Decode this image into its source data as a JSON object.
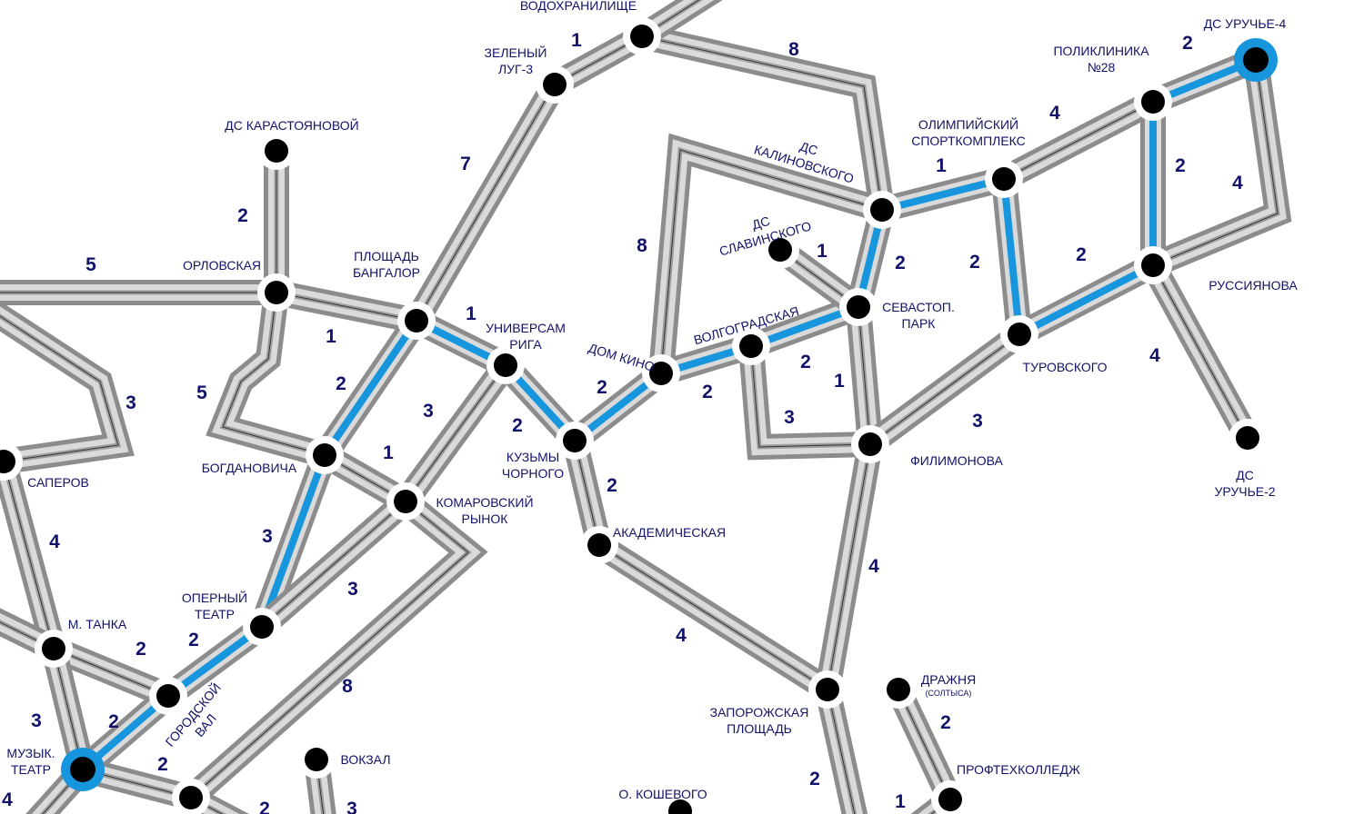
{
  "colors": {
    "road_outer": "#8c8c8c",
    "road_inner": "#dadada",
    "road_center": "#9e9e9e",
    "highlight": "#1796dd",
    "station": "#000000",
    "label": "#12126a"
  },
  "stations": [
    {
      "id": "vod",
      "lines": [
        "ВОДОХРАНИЛИЩЕ"
      ]
    },
    {
      "id": "zel",
      "lines": [
        "ЗЕЛЕНЫЙ",
        "ЛУГ-3"
      ]
    },
    {
      "id": "kar",
      "lines": [
        "ДС КАРАСТОЯНОВОЙ"
      ]
    },
    {
      "id": "orl",
      "lines": [
        "ОРЛОВСКАЯ"
      ]
    },
    {
      "id": "ban",
      "lines": [
        "ПЛОЩАДЬ",
        "БАНГАЛОР"
      ]
    },
    {
      "id": "rig",
      "lines": [
        "УНИВЕРСАМ",
        "РИГА"
      ]
    },
    {
      "id": "kuz",
      "lines": [
        "КУЗЬМЫ",
        "ЧОРНОГО"
      ]
    },
    {
      "id": "dom",
      "lines": [
        "ДОМ КИНО"
      ]
    },
    {
      "id": "vol",
      "lines": [
        "ВОЛГОГРАДСКАЯ"
      ]
    },
    {
      "id": "sla",
      "lines": [
        "ДС",
        "СЛАВИНСКОГО"
      ]
    },
    {
      "id": "sev",
      "lines": [
        "СЕВАСТОП.",
        "ПАРК"
      ]
    },
    {
      "id": "kal",
      "lines": [
        "ДС",
        "КАЛИНОВСКОГО"
      ]
    },
    {
      "id": "oli",
      "lines": [
        "ОЛИМПИЙСКИЙ",
        "СПОРТКОМПЛЕКС"
      ]
    },
    {
      "id": "pol",
      "lines": [
        "ПОЛИКЛИНИКА",
        "№28"
      ]
    },
    {
      "id": "ur4",
      "lines": [
        "ДС УРУЧЬЕ-4"
      ],
      "terminal": true
    },
    {
      "id": "rus",
      "lines": [
        "РУССИЯНОВА"
      ]
    },
    {
      "id": "tur",
      "lines": [
        "ТУРОВСКОГО"
      ]
    },
    {
      "id": "fil",
      "lines": [
        "ФИЛИМОНОВА"
      ]
    },
    {
      "id": "ur2",
      "lines": [
        "ДС",
        "УРУЧЬЕ-2"
      ]
    },
    {
      "id": "aka",
      "lines": [
        "АКАДЕМИЧЕСКАЯ"
      ]
    },
    {
      "id": "zap",
      "lines": [
        "ЗАПОРОЖСКАЯ",
        "ПЛОЩАДЬ"
      ]
    },
    {
      "id": "dra",
      "lines": [
        "ДРАЖНЯ"
      ],
      "sub": "(СОЛТЫСА)"
    },
    {
      "id": "pro",
      "lines": [
        "ПРОФТЕХКОЛЛЕДЖ"
      ]
    },
    {
      "id": "kos",
      "lines": [
        "О. КОШЕВОГО"
      ]
    },
    {
      "id": "bog",
      "lines": [
        "БОГДАНОВИЧА"
      ]
    },
    {
      "id": "kom",
      "lines": [
        "КОМАРОВСКИЙ",
        "РЫНОК"
      ]
    },
    {
      "id": "sap",
      "lines": [
        "САПЕРОВ"
      ]
    },
    {
      "id": "ope",
      "lines": [
        "ОПЕРНЫЙ",
        "ТЕАТР"
      ]
    },
    {
      "id": "tan",
      "lines": [
        "М. ТАНКА"
      ]
    },
    {
      "id": "gor",
      "lines": [
        "ГОРОДСКОЙ",
        "ВАЛ"
      ]
    },
    {
      "id": "muz",
      "lines": [
        "МУЗЫК.",
        "ТЕАТР"
      ],
      "terminal": true
    },
    {
      "id": "x1",
      "lines": []
    },
    {
      "id": "vok",
      "lines": [
        "ВОКЗАЛ"
      ]
    }
  ],
  "edges": [
    {
      "from": "vod",
      "to": "zel",
      "weight": "1",
      "highlighted": false
    },
    {
      "from": "vod",
      "to": "kal",
      "weight": "8",
      "highlighted": false
    },
    {
      "from": "zel",
      "to": "ban",
      "weight": "7",
      "highlighted": false
    },
    {
      "from": "kar",
      "to": "orl",
      "weight": "2",
      "highlighted": false
    },
    {
      "from": "orl",
      "to": "offscreen",
      "weight": "5",
      "highlighted": false
    },
    {
      "from": "orl",
      "to": "ban",
      "weight": "1",
      "highlighted": false
    },
    {
      "from": "orl",
      "to": "bog",
      "weight": "5",
      "highlighted": false
    },
    {
      "from": "ban",
      "to": "rig",
      "weight": "1",
      "highlighted": true
    },
    {
      "from": "ban",
      "to": "bog",
      "weight": "2",
      "highlighted": true
    },
    {
      "from": "rig",
      "to": "kom",
      "weight": "3",
      "highlighted": false
    },
    {
      "from": "bog",
      "to": "kom",
      "weight": "1",
      "highlighted": false
    },
    {
      "from": "rig",
      "to": "kuz",
      "weight": "2",
      "highlighted": true
    },
    {
      "from": "kuz",
      "to": "dom",
      "weight": "2",
      "highlighted": true
    },
    {
      "from": "kuz",
      "to": "aka",
      "weight": "2",
      "highlighted": false
    },
    {
      "from": "dom",
      "to": "vol",
      "weight": "2",
      "highlighted": true
    },
    {
      "from": "dom",
      "to": "kal",
      "weight": "8",
      "highlighted": false
    },
    {
      "from": "vol",
      "to": "sev",
      "weight": "2",
      "highlighted": true
    },
    {
      "from": "vol",
      "to": "fil",
      "weight": "3",
      "highlighted": false
    },
    {
      "from": "sla",
      "to": "sev",
      "weight": "1",
      "highlighted": false
    },
    {
      "from": "sev",
      "to": "kal",
      "weight": "2",
      "highlighted": true
    },
    {
      "from": "sev",
      "to": "fil",
      "weight": "1",
      "highlighted": false
    },
    {
      "from": "kal",
      "to": "oli",
      "weight": "1",
      "highlighted": true
    },
    {
      "from": "oli",
      "to": "pol",
      "weight": "4",
      "highlighted": false
    },
    {
      "from": "oli",
      "to": "tur",
      "weight": "2",
      "highlighted": true
    },
    {
      "from": "pol",
      "to": "ur4",
      "weight": "2",
      "highlighted": true
    },
    {
      "from": "pol",
      "to": "rus",
      "weight": "2",
      "highlighted": true
    },
    {
      "from": "ur4",
      "to": "rus",
      "weight": "4",
      "highlighted": false
    },
    {
      "from": "tur",
      "to": "rus",
      "weight": "2",
      "highlighted": true
    },
    {
      "from": "tur",
      "to": "fil",
      "weight": "3",
      "highlighted": false
    },
    {
      "from": "rus",
      "to": "ur2",
      "weight": "4",
      "highlighted": false
    },
    {
      "from": "fil",
      "to": "zap",
      "weight": "4",
      "highlighted": false
    },
    {
      "from": "aka",
      "to": "zap",
      "weight": "4",
      "highlighted": false
    },
    {
      "from": "zap",
      "to": "offscreen",
      "weight": "2",
      "highlighted": false
    },
    {
      "from": "dra",
      "to": "pro",
      "weight": "2",
      "highlighted": false
    },
    {
      "from": "pro",
      "to": "offscreen",
      "weight": "1",
      "highlighted": false
    },
    {
      "from": "bog",
      "to": "ope",
      "weight": "3",
      "highlighted": true
    },
    {
      "from": "kom",
      "to": "ope",
      "weight": "3",
      "highlighted": false
    },
    {
      "from": "kom",
      "to": "x1",
      "weight": "8",
      "highlighted": false
    },
    {
      "from": "ope",
      "to": "gor",
      "weight": "2",
      "highlighted": true
    },
    {
      "from": "gor",
      "to": "tan",
      "weight": "2",
      "highlighted": false
    },
    {
      "from": "gor",
      "to": "muz",
      "weight": "2",
      "highlighted": true
    },
    {
      "from": "tan",
      "to": "muz",
      "weight": "3",
      "highlighted": false
    },
    {
      "from": "tan",
      "to": "sap",
      "weight": "4",
      "highlighted": false
    },
    {
      "from": "tan",
      "to": "offscreen",
      "weight": null,
      "highlighted": false
    },
    {
      "from": "sap",
      "to": "offscreen",
      "weight": "3",
      "highlighted": false
    },
    {
      "from": "muz",
      "to": "x1",
      "weight": "2",
      "highlighted": false
    },
    {
      "from": "muz",
      "to": "offscreen",
      "weight": "4",
      "highlighted": false
    },
    {
      "from": "x1",
      "to": "offscreen",
      "weight": "2",
      "highlighted": false
    },
    {
      "from": "vok",
      "to": "offscreen",
      "weight": "3",
      "highlighted": false
    },
    {
      "from": "vod",
      "to": "offscreen",
      "weight": null,
      "highlighted": false
    }
  ]
}
